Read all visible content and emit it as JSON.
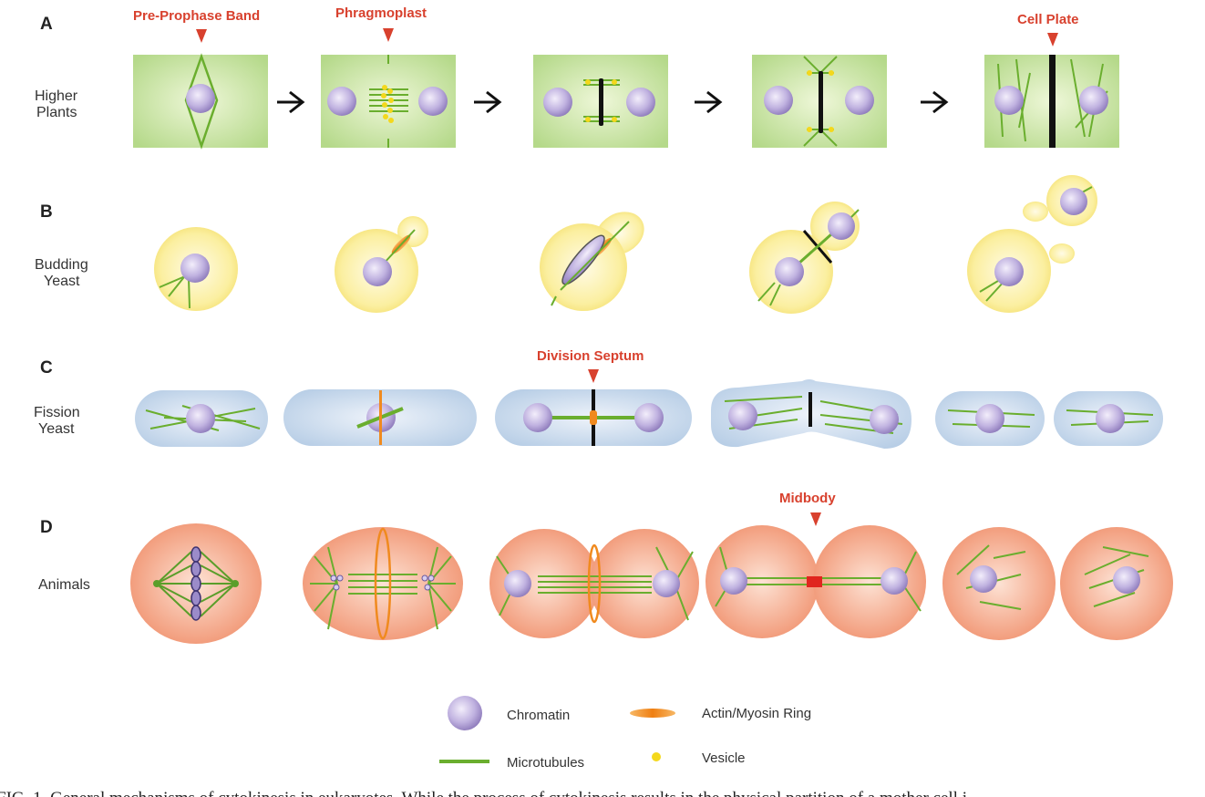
{
  "panels": [
    {
      "letter": "A",
      "label_lines": [
        "Higher",
        "Plants"
      ]
    },
    {
      "letter": "B",
      "label_lines": [
        "Budding",
        "Yeast"
      ]
    },
    {
      "letter": "C",
      "label_lines": [
        "Fission",
        "Yeast"
      ]
    },
    {
      "letter": "D",
      "label_lines": [
        "Animals"
      ]
    }
  ],
  "callouts": {
    "pre_prophase_band": "Pre-Prophase Band",
    "phragmoplast": "Phragmoplast",
    "cell_plate": "Cell Plate",
    "division_septum": "Division Septum",
    "midbody": "Midbody"
  },
  "legend": {
    "chromatin": "Chromatin",
    "actin_myosin_ring": "Actin/Myosin Ring",
    "microtubules": "Microtubules",
    "vesicle": "Vesicle"
  },
  "caption": "FIG. 1. General mechanisms of cytokinesis in eukaryotes. While the process of cytokinesis results in the physical partition of a mother cell i",
  "colors": {
    "plant_cell": "#b8dc8a",
    "yeast_cell": "#f5e27a",
    "fission_cell": "#b8cfe6",
    "animal_cell": "#f29a78",
    "chromatin": "#b3a3d6",
    "microtubule": "#6aae2e",
    "actin_ring": "#f08a1e",
    "vesicle": "#f4d81c",
    "callout": "#d8412e"
  }
}
